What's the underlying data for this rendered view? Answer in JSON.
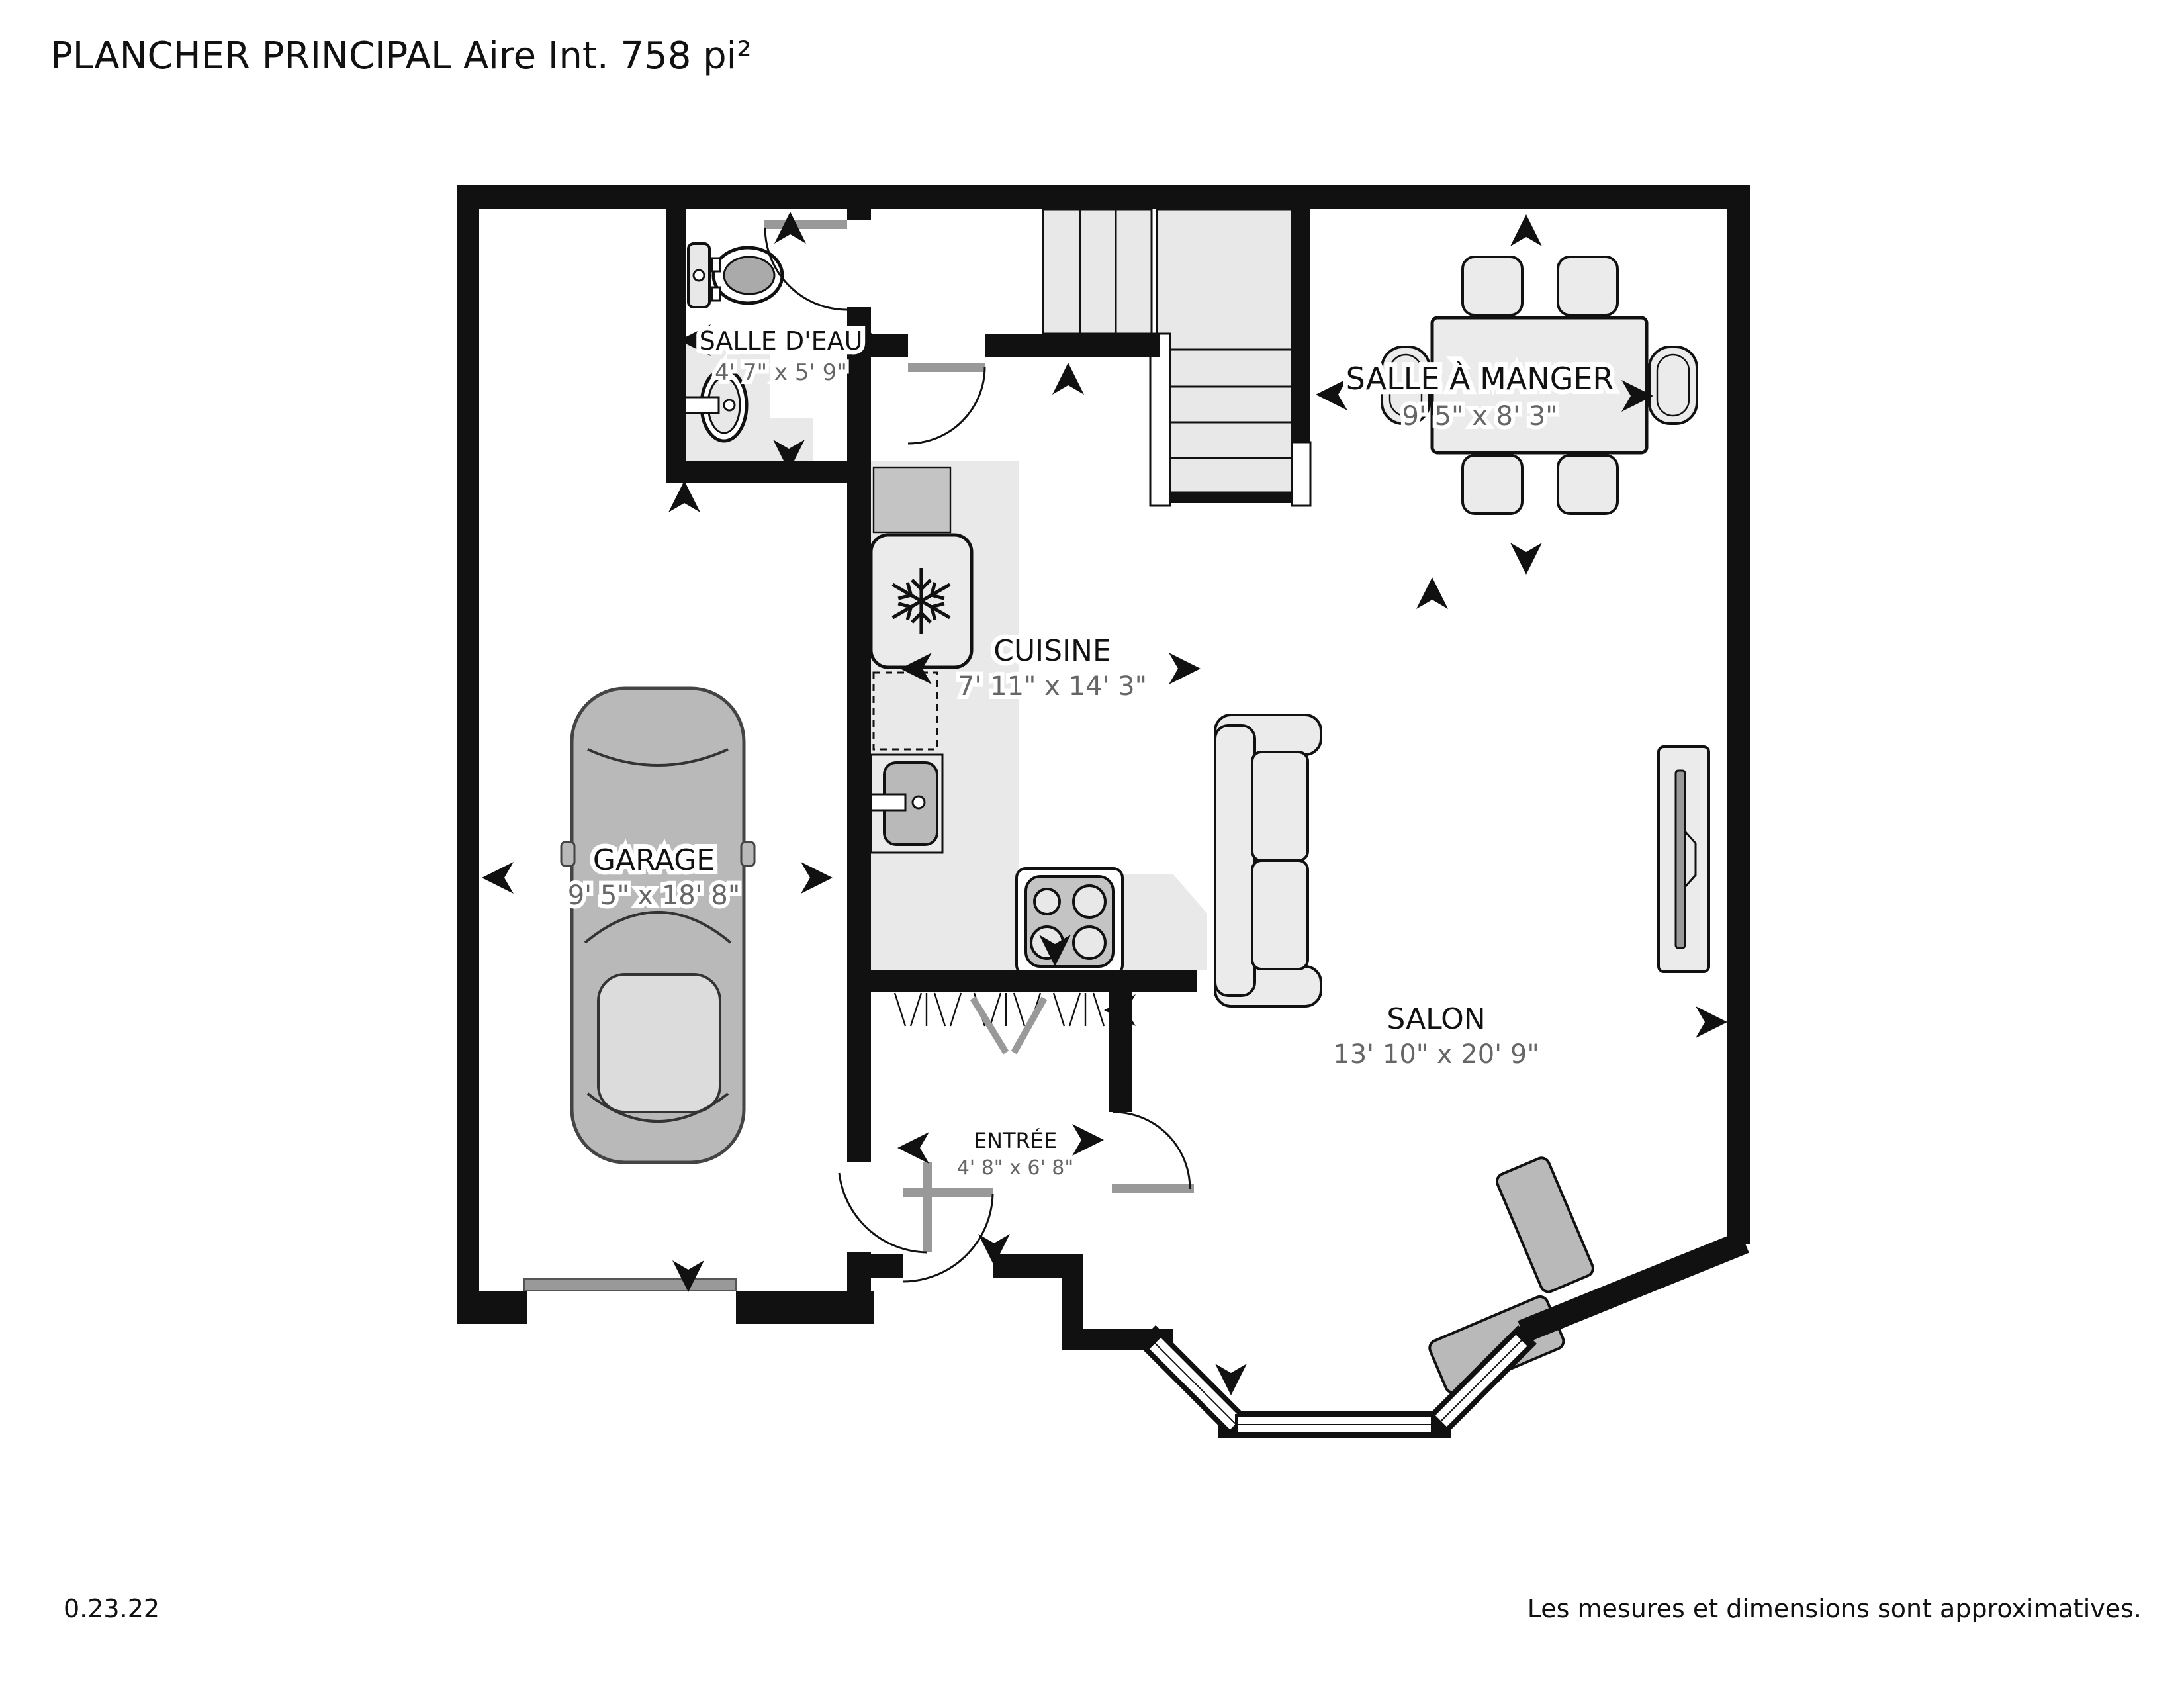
{
  "header": {
    "title": "PLANCHER PRINCIPAL Aire Int. 758 pi²"
  },
  "rooms": {
    "bath": {
      "name": "SALLE D'EAU",
      "dims": "4' 7\" x 5' 9\""
    },
    "dining": {
      "name": "SALLE À MANGER",
      "dims": "9' 5\" x 8' 3\""
    },
    "kitchen": {
      "name": "CUISINE",
      "dims": "7' 11\" x 14' 3\""
    },
    "garage": {
      "name": "GARAGE",
      "dims": "9' 5\" x 18' 8\""
    },
    "living": {
      "name": "SALON",
      "dims": "13' 10\" x 20' 9\""
    },
    "entry": {
      "name": "ENTRÉE",
      "dims": "4' 8\" x 6' 8\""
    }
  },
  "footer": {
    "version": "0.23.22",
    "disclaimer": "Les mesures et dimensions sont approximatives."
  },
  "colors": {
    "wall": "#111111",
    "floor_gray": "#e9e9e9",
    "counter_gray": "#c4c4c4",
    "furniture_gray": "#b9b9b9",
    "door_leaf": "#999999",
    "dims_text": "#666666"
  },
  "icons": {
    "snowflake_icon": "refrigerator snowflake",
    "dimension_arrow_icon": "black chevron arrow",
    "door_arc_icon": "door swing arc",
    "closet_hatch_icon": "closet hatching",
    "bay_window_icon": "bay window panes"
  }
}
